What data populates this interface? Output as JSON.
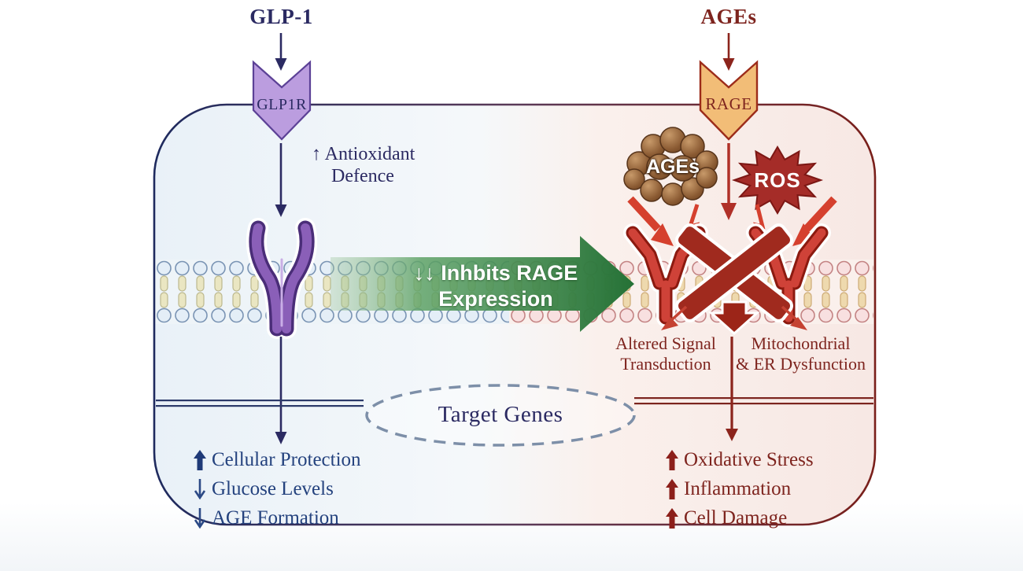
{
  "left_pathway": {
    "ligand_label": "GLP-1",
    "receptor_label": "GLP1R",
    "intracellular_effect": {
      "line1": "↑ Antioxidant",
      "line2": "Defence"
    },
    "outcomes": [
      {
        "direction": "up",
        "label": "Cellular Protection"
      },
      {
        "direction": "down",
        "label": "Glucose Levels"
      },
      {
        "direction": "down",
        "label": "AGE Formation"
      }
    ]
  },
  "right_pathway": {
    "ligand_label": "AGEs",
    "receptor_label": "RAGE",
    "aggregate_label": "AGEs",
    "ros_label": "ROS",
    "effects": {
      "signal": {
        "line1": "Altered Signal",
        "line2": "Transduction"
      },
      "mitochondrial": {
        "line1": "Mitochondrial",
        "line2": "& ER Dysfunction"
      }
    },
    "outcomes": [
      {
        "direction": "up",
        "label": "Oxidative Stress"
      },
      {
        "direction": "up",
        "label": "Inflammation"
      },
      {
        "direction": "up",
        "label": "Cell Damage"
      }
    ]
  },
  "center": {
    "inhibition_arrow": {
      "line1": "↓↓ Inhbits RAGE",
      "line2": "Expression"
    },
    "target_genes_label": "Target Genes"
  },
  "colors": {
    "navy": "#2b2a62",
    "blue": "#24427e",
    "maroon": "#7e241e",
    "red": "#c43a30",
    "green": "#2e7a3c",
    "purple": "#8a5fb8",
    "orange": "#f2bd77"
  }
}
